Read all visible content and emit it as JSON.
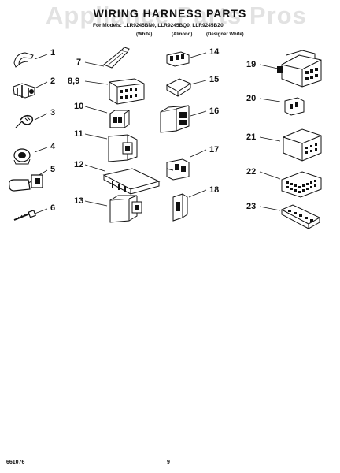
{
  "header": {
    "watermark": "Appliance Parts Pros",
    "title": "WIRING HARNESS PARTS",
    "models": "For Models: LLR9245BN0, LLR9245BQ0, LLR9245BZ0",
    "colors": [
      "(White)",
      "(Almond)",
      "(Designer White)"
    ]
  },
  "callouts": [
    "1",
    "2",
    "3",
    "4",
    "5",
    "6",
    "7",
    "8,9",
    "10",
    "11",
    "12",
    "13",
    "14",
    "15",
    "16",
    "17",
    "18",
    "19",
    "20",
    "21",
    "22",
    "23"
  ],
  "footer": {
    "left": "661076",
    "center": "9"
  },
  "colors": {
    "ink": "#111111",
    "watermark": "#969696",
    "background": "#ffffff"
  }
}
